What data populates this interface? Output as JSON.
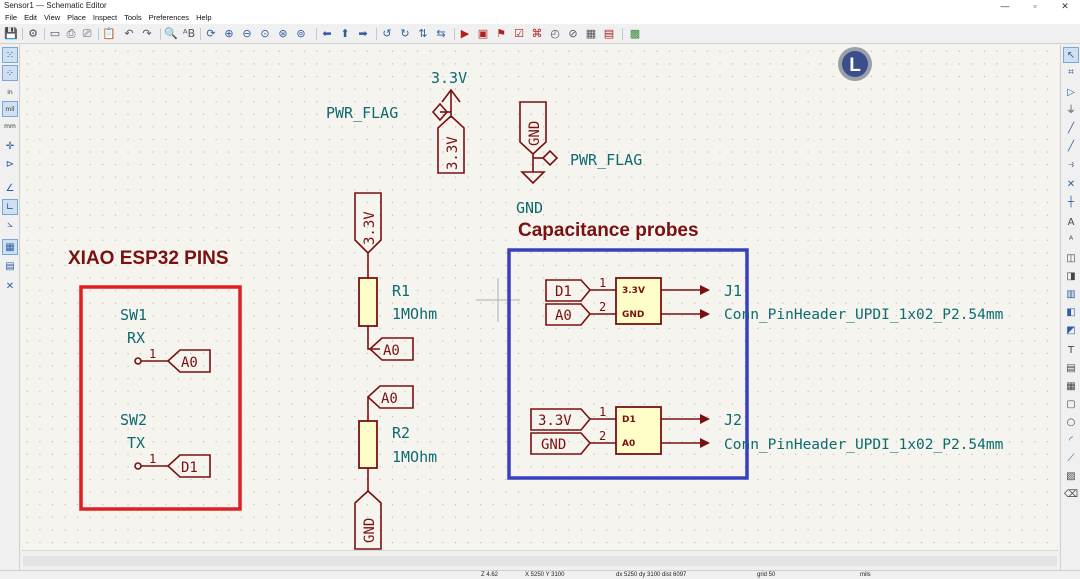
{
  "window": {
    "title": "Sensor1 — Schematic Editor",
    "controls": [
      "—",
      "▫",
      "✕"
    ]
  },
  "menu": [
    "File",
    "Edit",
    "View",
    "Place",
    "Inspect",
    "Tools",
    "Preferences",
    "Help"
  ],
  "left_toolbar": {
    "unit_in": "in",
    "unit_mil": "mil",
    "unit_mm": "mm"
  },
  "avatar": {
    "letter": "L",
    "color": "#3a4e8c"
  },
  "schematic": {
    "power_33v_top": "3.3V",
    "pwr_flag_1": "PWR_FLAG",
    "pwr_flag_2": "PWR_FLAG",
    "gnd_text": "GND",
    "gnd_label": "GND",
    "label_33v_flag": "3.3V",
    "label_33v_r1": "3.3V",
    "r1": {
      "ref": "R1",
      "value": "1MOhm",
      "label": "A0"
    },
    "r2": {
      "ref": "R2",
      "value": "1MOhm",
      "label_top": "A0",
      "label_bottom": "GND"
    },
    "xiao": {
      "title": "XIAO ESP32 PINS",
      "color": "#e02020",
      "sw1": {
        "ref": "SW1",
        "name": "RX",
        "pin": "1",
        "label": "A0"
      },
      "sw2": {
        "ref": "SW2",
        "name": "TX",
        "pin": "1",
        "label": "D1"
      }
    },
    "probes": {
      "title": "Capacitance probes",
      "color": "#3a3fc0",
      "j1": {
        "ref": "J1",
        "value": "Conn_PinHeader_UPDI_1x02_P2.54mm",
        "label1": "D1",
        "label2": "A0",
        "pin1": "1",
        "pin2": "2",
        "body1": "3.3V",
        "body2": "GND"
      },
      "j2": {
        "ref": "J2",
        "value": "Conn_PinHeader_UPDI_1x02_P2.54mm",
        "label1": "3.3V",
        "label2": "GND",
        "pin1": "1",
        "pin2": "2",
        "body1": "D1",
        "body2": "A0"
      }
    }
  },
  "status": {
    "zoom": "Z 4.62",
    "xy": "X 5250  Y 3100",
    "dxdy": "dx 5250  dy 3100  dist 6097",
    "grid": "grid 50",
    "units": "mils"
  }
}
